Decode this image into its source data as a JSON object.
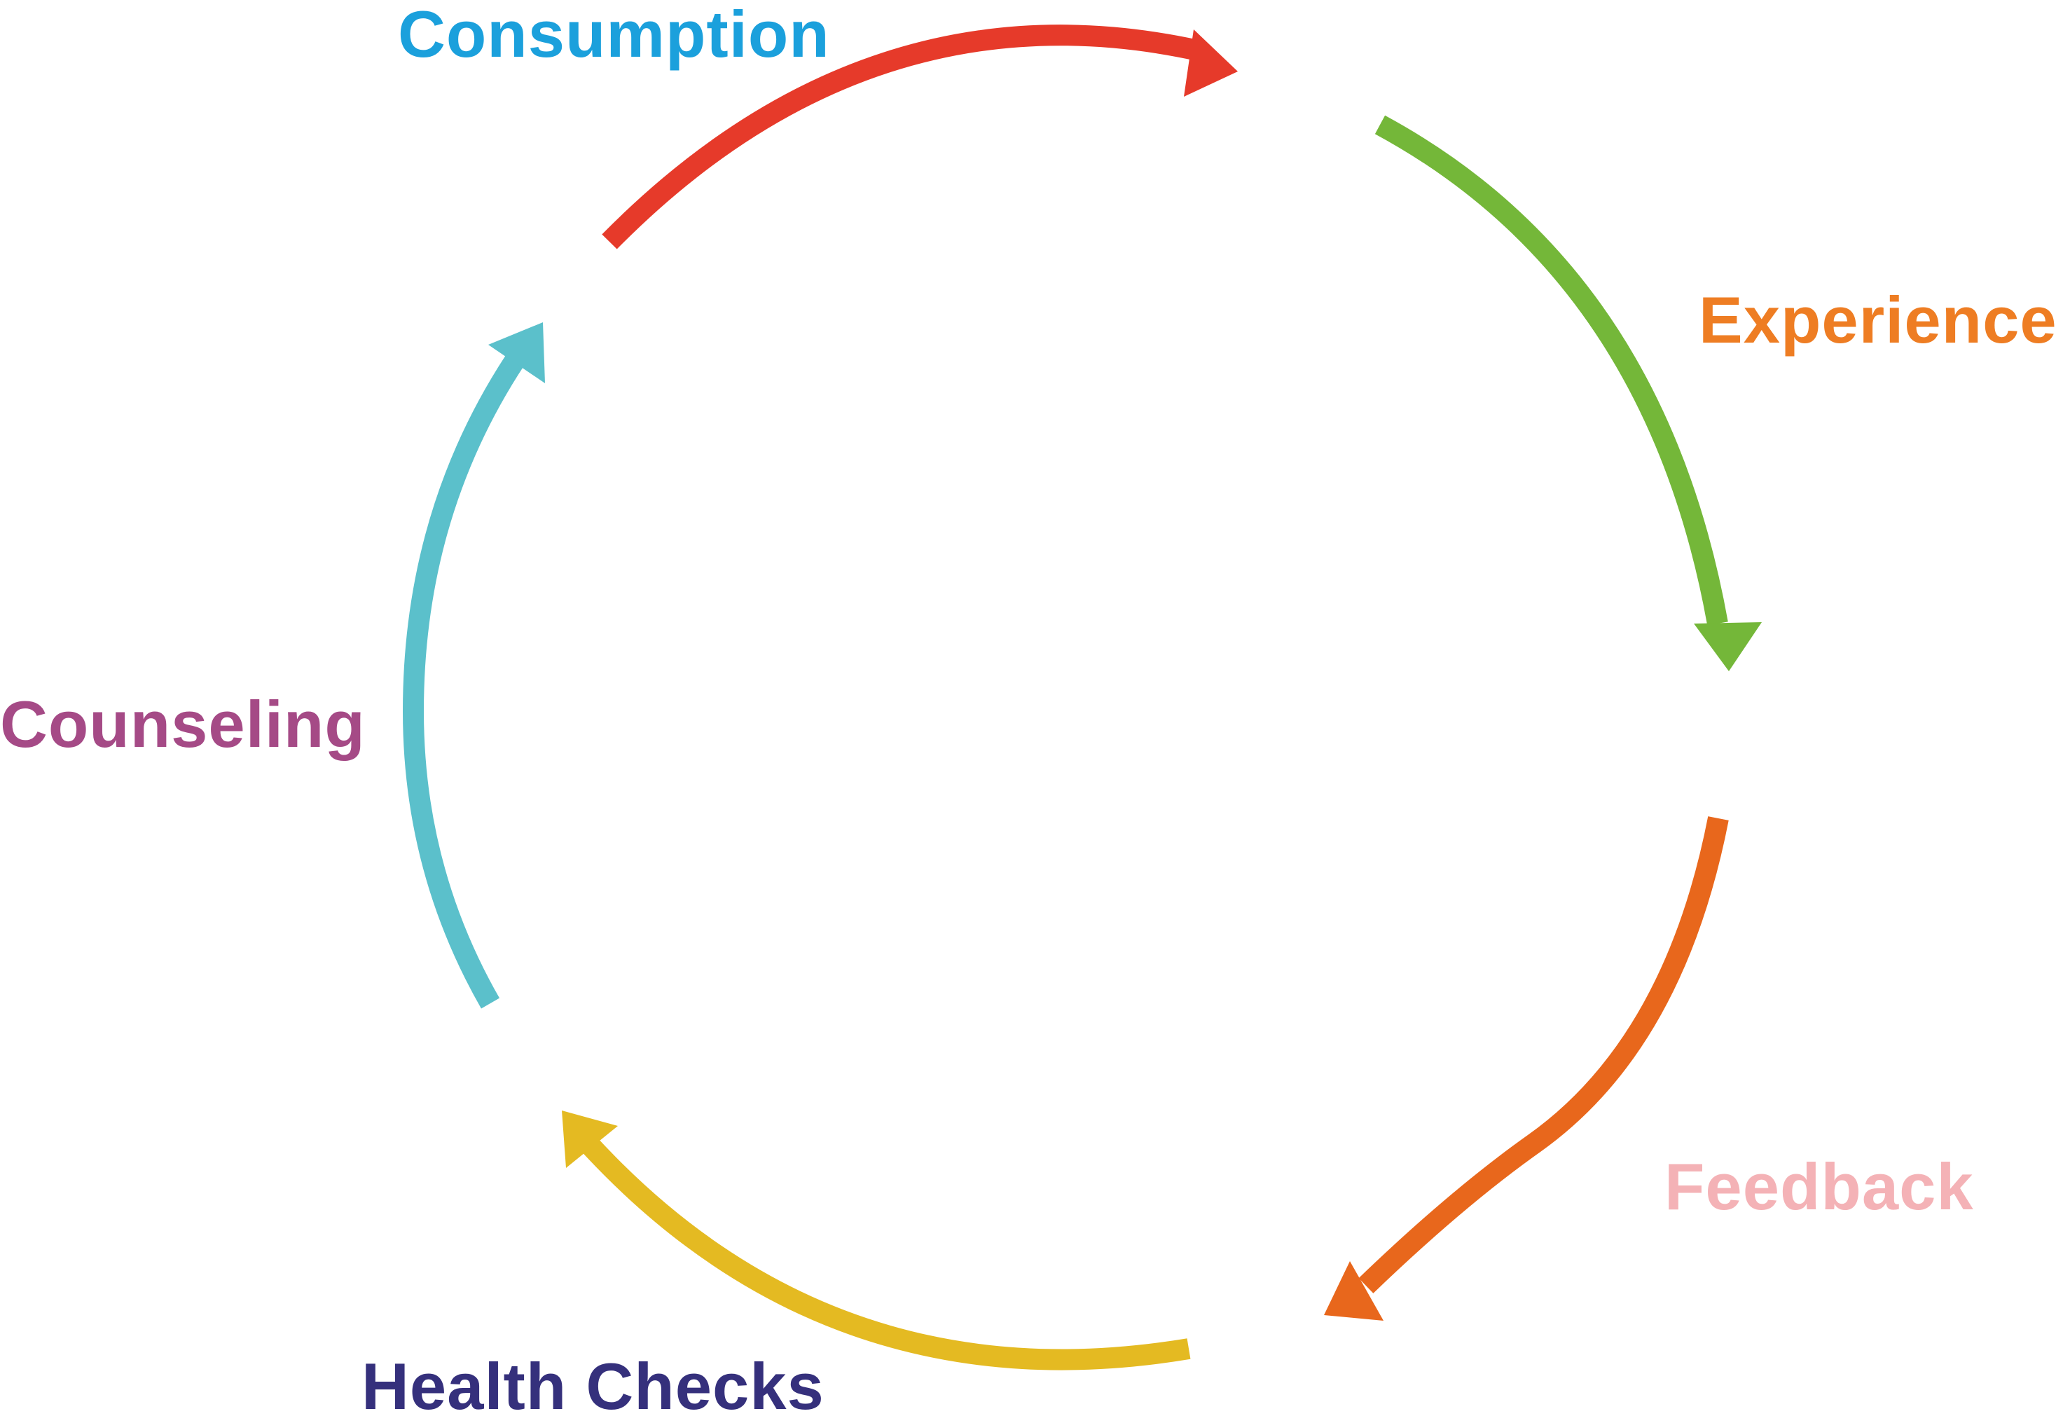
{
  "labels": {
    "consumption": "Consumption",
    "experience": "Experience",
    "feedback": "Feedback",
    "health_checks": "Health Checks",
    "counseling": "Counseling"
  },
  "colors": {
    "consumption_label": "#1BA0DC",
    "experience_label": "#EE7D23",
    "feedback_label": "#F4B2B6",
    "health_checks_label": "#35307C",
    "counseling_label": "#A54A86",
    "arrow_consumption_to_experience": "#E63A2A",
    "arrow_experience_to_feedback": "#74B739",
    "arrow_feedback_to_health_checks": "#E8671C",
    "arrow_health_checks_to_counseling": "#E4BA22",
    "arrow_counseling_to_consumption": "#5BC0CB"
  }
}
